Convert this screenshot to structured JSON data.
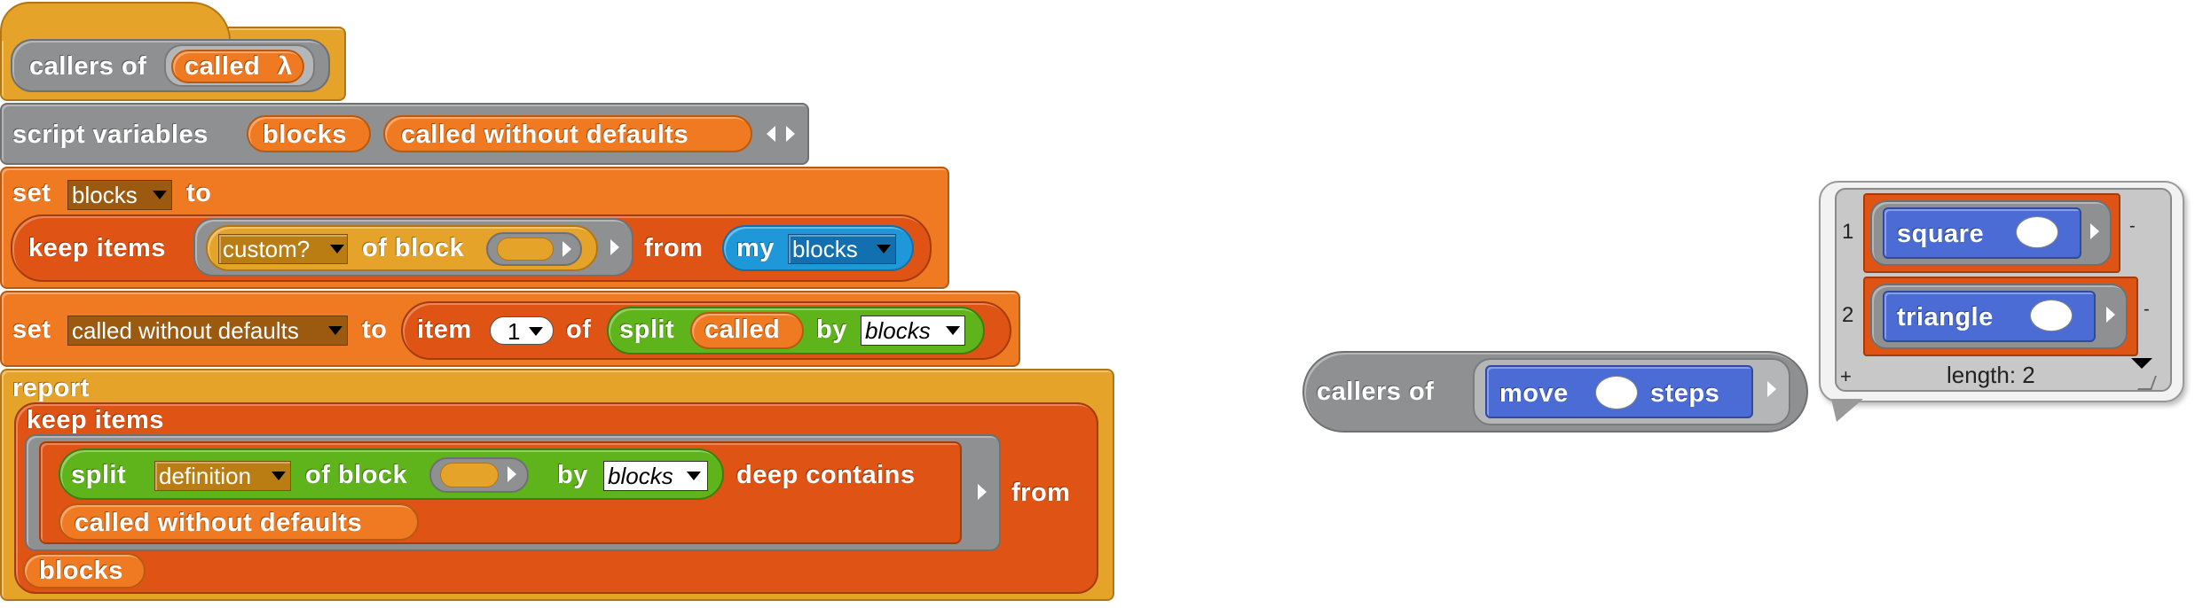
{
  "left_script": {
    "hat_block": {
      "label": "callers of",
      "ring_var": "called",
      "lambda": "λ"
    },
    "script_variables": {
      "label": "script variables",
      "vars": [
        "blocks",
        "called without defaults"
      ]
    },
    "set_blocks": {
      "set_label": "set",
      "var_dropdown": "blocks",
      "to_label": "to",
      "keep_items_label": "keep items",
      "custom_dropdown": "custom?",
      "of_block_label": "of block",
      "from_label": "from",
      "my_label": "my",
      "my_dropdown": "blocks"
    },
    "set_called": {
      "set_label": "set",
      "var_dropdown": "called without defaults",
      "to_label": "to",
      "item_label": "item",
      "item_index": "1",
      "of_label": "of",
      "split_label": "split",
      "split_var": "called",
      "by_label": "by",
      "by_dropdown": "blocks"
    },
    "report": {
      "report_label": "report",
      "keep_items_label": "keep items",
      "split_label": "split",
      "split_dropdown": "definition",
      "of_block_label": "of block",
      "by_label": "by",
      "by_dropdown": "blocks",
      "deep_contains_label": "deep contains",
      "contains_arg": "called without defaults",
      "from_label": "from",
      "from_var": "blocks"
    }
  },
  "right_example": {
    "callers_label": "callers of",
    "move_label": "move",
    "steps_label": "steps",
    "result_list": {
      "items": [
        {
          "index": "1",
          "label": "square"
        },
        {
          "index": "2",
          "label": "triangle"
        }
      ],
      "length_label": "length: 2",
      "plus": "+",
      "minus": "-"
    }
  },
  "colors": {
    "control": "#e6a32a",
    "variables": "#f07a21",
    "lists": "#df5314",
    "operators": "#5fb31b",
    "motion": "#4a6cd4",
    "sensing": "#1e98d8",
    "other": "#8f9091"
  }
}
